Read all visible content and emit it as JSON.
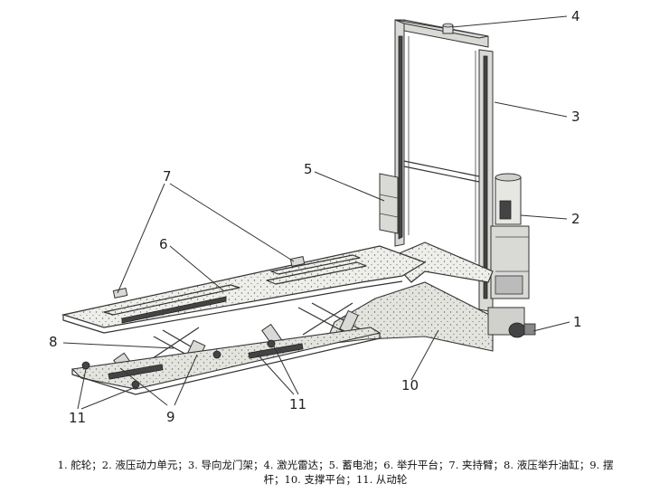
{
  "labels": {
    "l1": "1",
    "l2": "2",
    "l3": "3",
    "l4": "4",
    "l5": "5",
    "l6": "6",
    "l7": "7",
    "l8": "8",
    "l9": "9",
    "l10": "10",
    "l11a": "11",
    "l11b": "11"
  },
  "caption": {
    "line1": "1. 舵轮；2. 液压动力单元；3. 导向龙门架；4. 激光雷达；5. 蓄电池；6. 举升平台；7. 夹持臂；8. 液压举升油缸；9. 摆",
    "line2": "杆；10. 支撑平台；11. 从动轮"
  }
}
